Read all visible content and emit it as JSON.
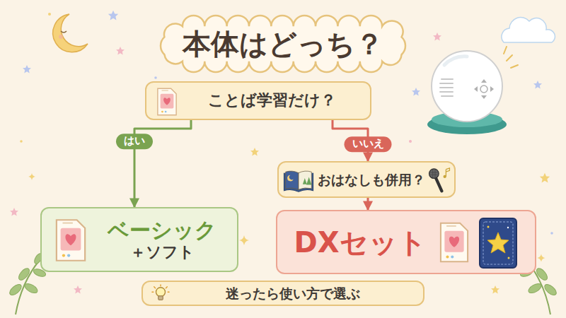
{
  "diagram": {
    "nodes": [
      {
        "text": [
          "本体はどっち？"
        ]
      },
      {
        "text": [
          "ことば学習だけ？"
        ]
      },
      {
        "text": [
          "おはなしも併用？"
        ]
      },
      {
        "text": [
          "ベーシック",
          "＋ソフト"
        ]
      },
      {
        "text": [
          "DXセット"
        ]
      },
      {
        "text": [
          "迷ったら使い方で選ぶ"
        ]
      }
    ],
    "edges": [
      {
        "from": 1,
        "to": 3,
        "arrow": "to",
        "label": "はい"
      },
      {
        "from": 1,
        "to": 2,
        "arrow": "to",
        "label": "いいえ"
      },
      {
        "from": 2,
        "to": 4,
        "arrow": "to"
      }
    ]
  }
}
